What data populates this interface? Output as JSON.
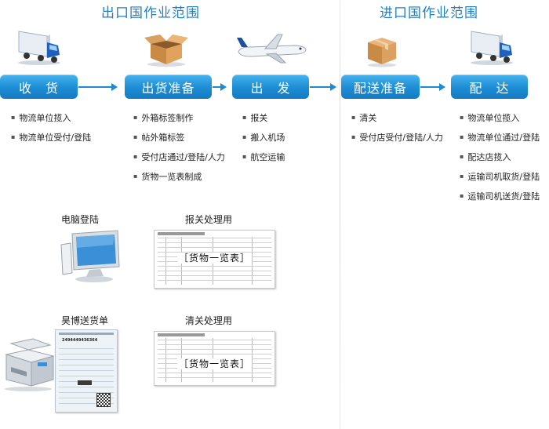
{
  "export_section": {
    "title": "出口国作业范围"
  },
  "import_section": {
    "title": "进口国作业范围"
  },
  "stages": [
    {
      "label": "收　货",
      "bullets": [
        "物流单位揽入",
        "物流单位受付/登陆"
      ]
    },
    {
      "label": "出货准备",
      "bullets": [
        "外箱标签制作",
        "帖外箱标签",
        "受付店通过/登陆/人力",
        "货物一览表制成"
      ]
    },
    {
      "label": "出　发",
      "bullets": [
        "报关",
        "搬入机场",
        "航空运输"
      ]
    },
    {
      "label": "配送准备",
      "bullets": [
        "清关",
        "受付店受付/登陆/人力"
      ]
    },
    {
      "label": "配　达",
      "bullets": [
        "物流单位揽入",
        "物流单位通过/登陆",
        "配达店揽入",
        "运输司机取货/登陆",
        "运输司机送货/登陆"
      ]
    }
  ],
  "documents": {
    "computer_login": {
      "label": "电脑登陆"
    },
    "customs_export": {
      "label": "报关处理用",
      "stamp": "［货物一览表］"
    },
    "delivery_slip": {
      "label": "昊博送货单",
      "tracking_no": "2494449436364"
    },
    "customs_clearance": {
      "label": "清关处理用",
      "stamp": "［货物一览表］"
    }
  },
  "colors": {
    "accent": "#1e8ad2",
    "title": "#1e7fc4",
    "button_top": "#47b4ef",
    "button_bottom": "#137bc2"
  }
}
